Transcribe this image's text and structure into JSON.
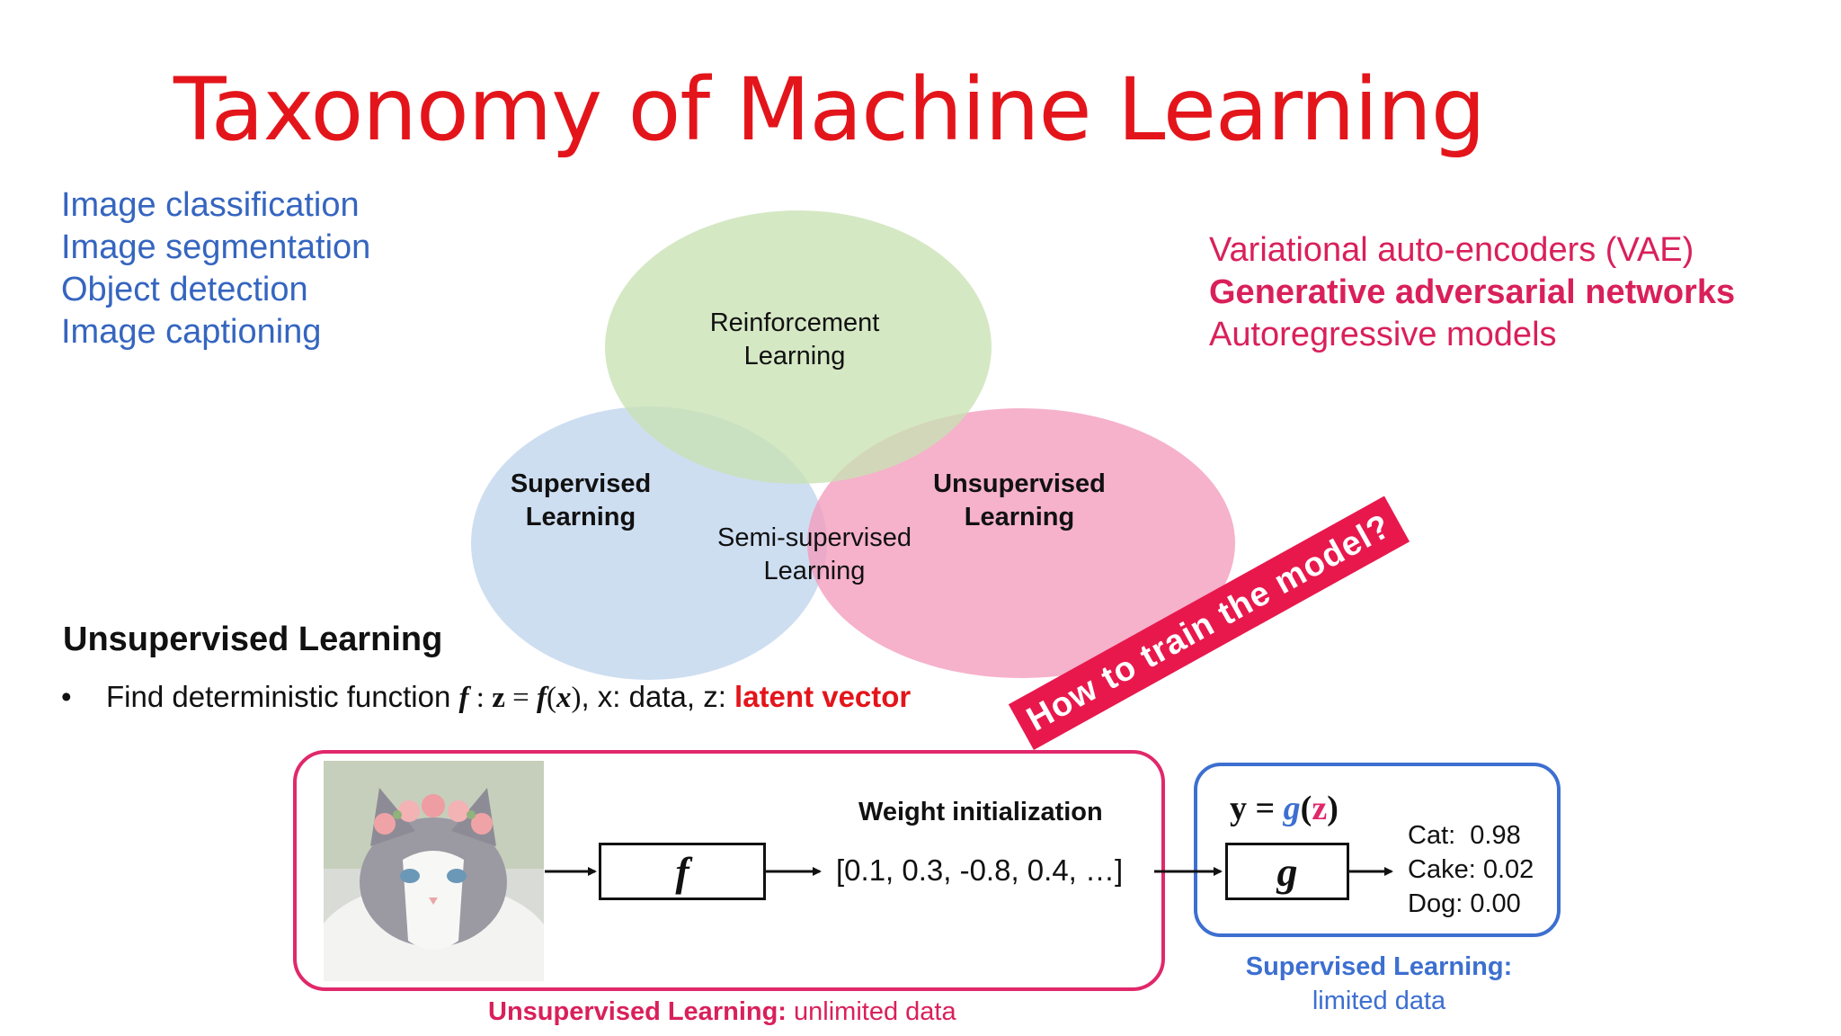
{
  "slide": {
    "title": "Taxonomy of Machine Learning"
  },
  "vision_tasks": [
    "Image classification",
    "Image segmentation",
    "Object detection",
    "Image captioning"
  ],
  "generative_models": {
    "item1": "Variational auto-encoders (VAE)",
    "item2": "Generative adversarial networks",
    "item3": "Autoregressive models"
  },
  "venn": {
    "reinforcement": [
      "Reinforcement",
      "Learning"
    ],
    "supervised": [
      "Supervised",
      "Learning"
    ],
    "unsupervised": [
      "Unsupervised",
      "Learning"
    ],
    "semi": [
      "Semi-supervised",
      "Learning"
    ],
    "colors": {
      "reinforcement": "#c9e2b3",
      "supervised": "#c5d8ef",
      "unsupervised": "#f49bbd"
    }
  },
  "section": {
    "heading": "Unsupervised Learning",
    "bullet_prefix": "Find deterministic function",
    "math_f": "f",
    "math_colon": " : ",
    "math_z": "z",
    "math_eq": " = ",
    "math_fx_f": "f",
    "math_fx_open": "(",
    "math_fx_x": "x",
    "math_fx_close": ")",
    "bullet_rest": ", x: data, z: ",
    "bullet_highlight": "latent vector"
  },
  "pipeline": {
    "f_label": "f",
    "g_label": "g",
    "weight_label": "Weight initialization",
    "vector": "[0.1, 0.3, -0.8, 0.4, …]",
    "y_eq_y": "y = ",
    "y_eq_g": "g",
    "y_eq_open": "(",
    "y_eq_z": "z",
    "y_eq_close": ")",
    "predictions": [
      "Cat:  0.98",
      "Cake: 0.02",
      "Dog: 0.00"
    ],
    "banner": "How to train the model?",
    "ul_caption_bold": "Unsupervised Learning:",
    "ul_caption_rest": " unlimited data",
    "sl_caption_bold": "Supervised Learning:",
    "sl_caption_rest": "limited data"
  },
  "colors": {
    "title": "#e3151b",
    "vision": "#3565c0",
    "generative": "#d9205a",
    "ul_box": "#e0286a",
    "sl_box": "#3d6fd0",
    "banner": "#e8184d"
  }
}
